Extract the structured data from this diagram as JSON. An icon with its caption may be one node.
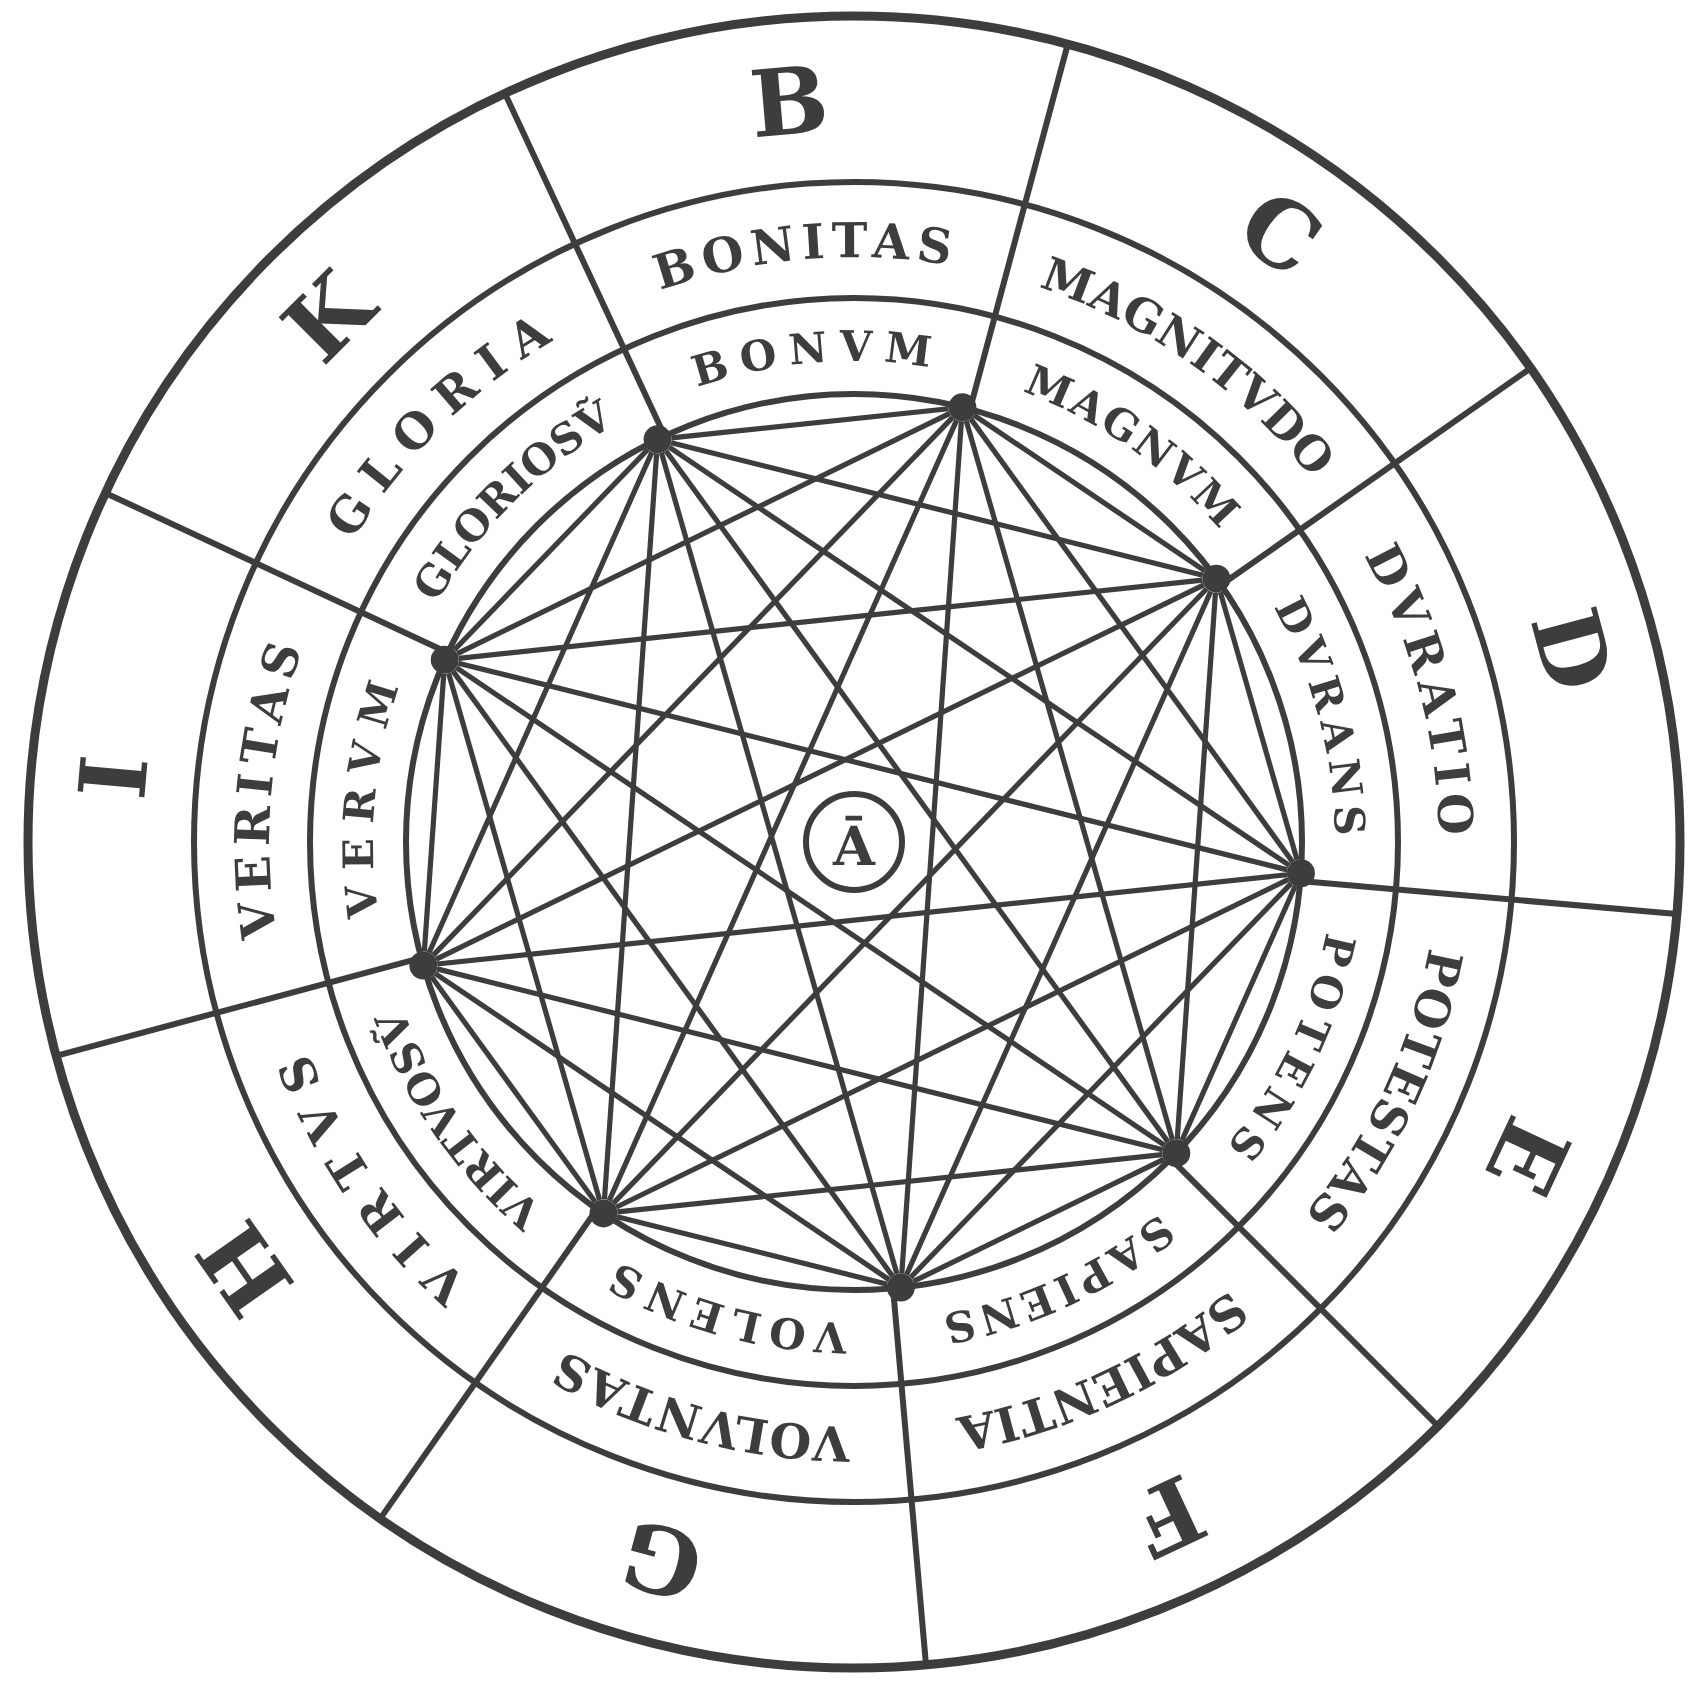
{
  "diagram": {
    "nodes": [
      {
        "text": [
          "B"
        ]
      },
      {
        "text": [
          "C"
        ]
      },
      {
        "text": [
          "D"
        ]
      },
      {
        "text": [
          "E"
        ]
      },
      {
        "text": [
          "F"
        ]
      },
      {
        "text": [
          "G"
        ]
      },
      {
        "text": [
          "H"
        ]
      },
      {
        "text": [
          "I"
        ]
      },
      {
        "text": [
          "K"
        ]
      },
      {
        "text": [
          "BONITAS"
        ]
      },
      {
        "text": [
          "MAGNITVDO"
        ]
      },
      {
        "text": [
          "DVRATIO"
        ]
      },
      {
        "text": [
          "POTESTAS"
        ]
      },
      {
        "text": [
          "SAPIENTIA"
        ]
      },
      {
        "text": [
          "VOLVNTAS"
        ]
      },
      {
        "text": [
          "VIRTVS"
        ]
      },
      {
        "text": [
          "VERITAS"
        ]
      },
      {
        "text": [
          "GLORIA"
        ]
      },
      {
        "text": [
          "BONVM"
        ]
      },
      {
        "text": [
          "MAGNVM"
        ]
      },
      {
        "text": [
          "DVRANS"
        ]
      },
      {
        "text": [
          "POTENS"
        ]
      },
      {
        "text": [
          "SAPIENS"
        ]
      },
      {
        "text": [
          "VOLENS"
        ]
      },
      {
        "text": [
          "VIRTVOSṼ"
        ]
      },
      {
        "text": [
          "VERVM"
        ]
      },
      {
        "text": [
          "GLORIOSṼ"
        ]
      },
      {
        "text": [
          "Ā"
        ]
      },
      {
        "text": [],
        "shape": "dot"
      },
      {
        "text": [],
        "shape": "dot"
      },
      {
        "text": [],
        "shape": "dot"
      },
      {
        "text": [],
        "shape": "dot"
      },
      {
        "text": [],
        "shape": "dot"
      },
      {
        "text": [],
        "shape": "dot"
      },
      {
        "text": [],
        "shape": "dot"
      },
      {
        "text": [],
        "shape": "dot"
      },
      {
        "text": [],
        "shape": "dot"
      }
    ],
    "edges": [
      {
        "from": 28,
        "to": 29,
        "arrow": "none"
      },
      {
        "from": 28,
        "to": 30,
        "arrow": "none"
      },
      {
        "from": 28,
        "to": 31,
        "arrow": "none"
      },
      {
        "from": 28,
        "to": 32,
        "arrow": "none"
      },
      {
        "from": 28,
        "to": 33,
        "arrow": "none"
      },
      {
        "from": 28,
        "to": 34,
        "arrow": "none"
      },
      {
        "from": 28,
        "to": 35,
        "arrow": "none"
      },
      {
        "from": 28,
        "to": 36,
        "arrow": "none"
      },
      {
        "from": 29,
        "to": 30,
        "arrow": "none"
      },
      {
        "from": 29,
        "to": 31,
        "arrow": "none"
      },
      {
        "from": 29,
        "to": 32,
        "arrow": "none"
      },
      {
        "from": 29,
        "to": 33,
        "arrow": "none"
      },
      {
        "from": 29,
        "to": 34,
        "arrow": "none"
      },
      {
        "from": 29,
        "to": 35,
        "arrow": "none"
      },
      {
        "from": 29,
        "to": 36,
        "arrow": "none"
      },
      {
        "from": 30,
        "to": 31,
        "arrow": "none"
      },
      {
        "from": 30,
        "to": 32,
        "arrow": "none"
      },
      {
        "from": 30,
        "to": 33,
        "arrow": "none"
      },
      {
        "from": 30,
        "to": 34,
        "arrow": "none"
      },
      {
        "from": 30,
        "to": 35,
        "arrow": "none"
      },
      {
        "from": 30,
        "to": 36,
        "arrow": "none"
      },
      {
        "from": 31,
        "to": 32,
        "arrow": "none"
      },
      {
        "from": 31,
        "to": 33,
        "arrow": "none"
      },
      {
        "from": 31,
        "to": 34,
        "arrow": "none"
      },
      {
        "from": 31,
        "to": 35,
        "arrow": "none"
      },
      {
        "from": 31,
        "to": 36,
        "arrow": "none"
      },
      {
        "from": 32,
        "to": 33,
        "arrow": "none"
      },
      {
        "from": 32,
        "to": 34,
        "arrow": "none"
      },
      {
        "from": 32,
        "to": 35,
        "arrow": "none"
      },
      {
        "from": 32,
        "to": 36,
        "arrow": "none"
      },
      {
        "from": 33,
        "to": 34,
        "arrow": "none"
      },
      {
        "from": 33,
        "to": 35,
        "arrow": "none"
      },
      {
        "from": 33,
        "to": 36,
        "arrow": "none"
      },
      {
        "from": 34,
        "to": 35,
        "arrow": "none"
      },
      {
        "from": 34,
        "to": 36,
        "arrow": "none"
      },
      {
        "from": 35,
        "to": 36,
        "arrow": "none"
      }
    ]
  }
}
